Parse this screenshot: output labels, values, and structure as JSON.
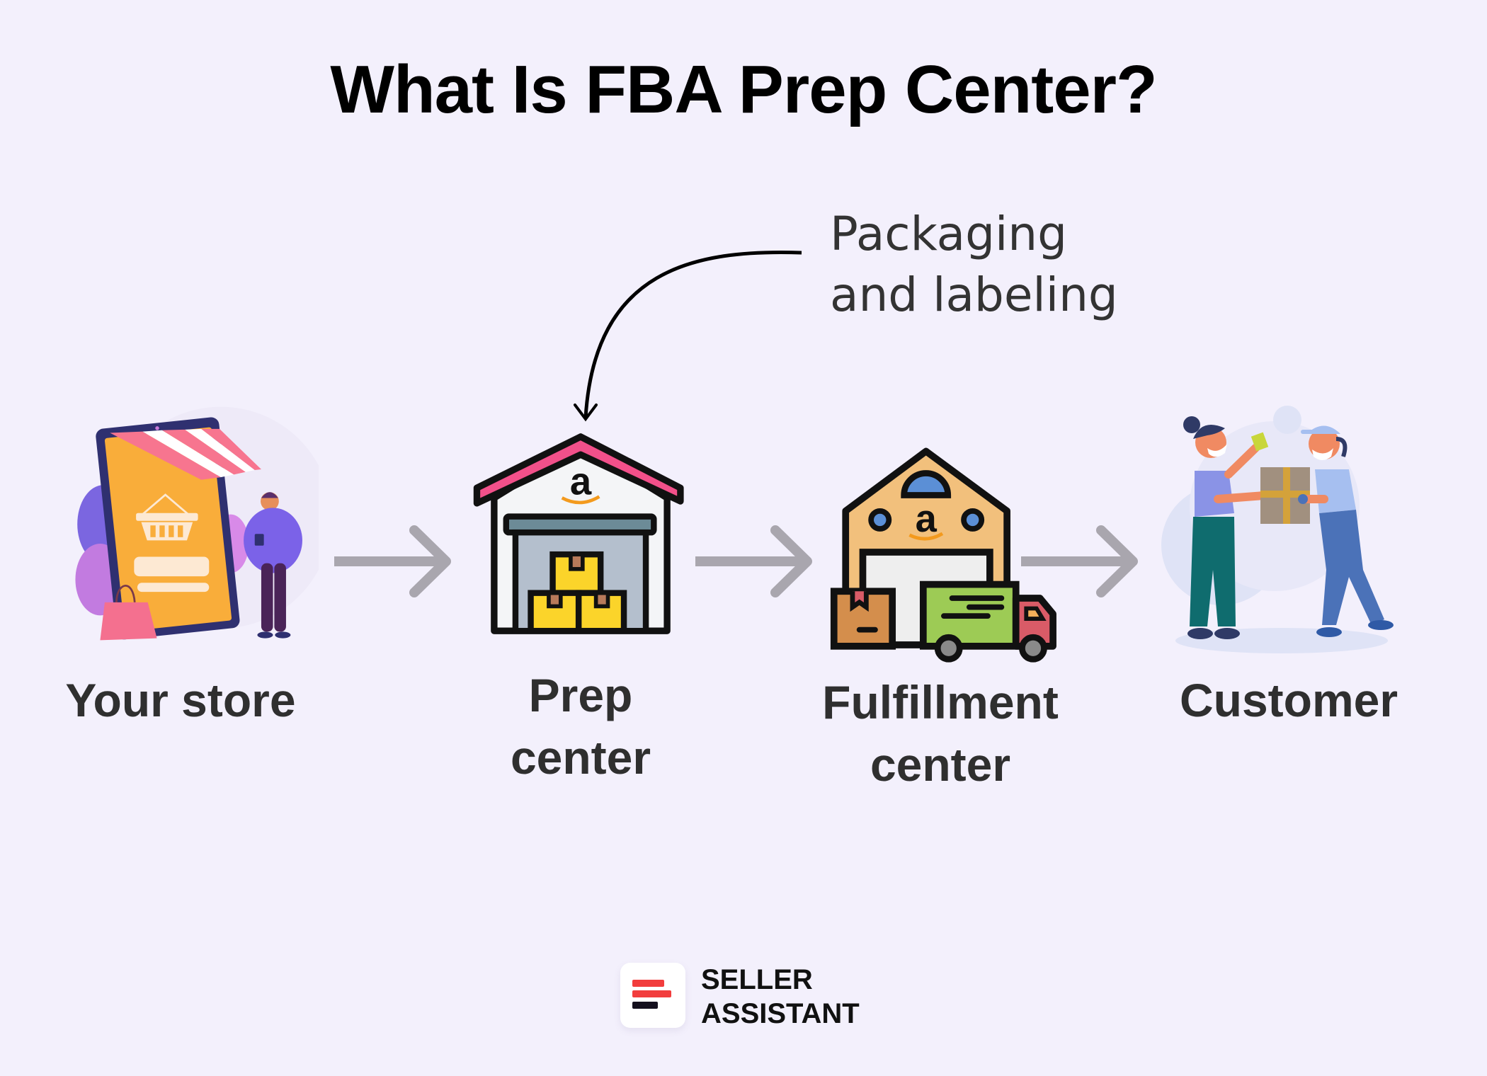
{
  "title": "What Is FBA Prep Center?",
  "annotation": {
    "line1": "Packaging",
    "line2": "and labeling"
  },
  "steps": [
    {
      "label_line1": "Your store",
      "label_line2": "",
      "icon": "online-store-icon"
    },
    {
      "label_line1": "Prep",
      "label_line2": "center",
      "icon": "warehouse-icon"
    },
    {
      "label_line1": "Fulfillment",
      "label_line2": "center",
      "icon": "fulfillment-truck-icon"
    },
    {
      "label_line1": "Customer",
      "label_line2": "",
      "icon": "delivery-handoff-icon"
    }
  ],
  "brand": {
    "line1": "SELLER",
    "line2": "ASSISTANT",
    "colors": {
      "accent": "#f23d3d",
      "dark": "#14101e"
    }
  },
  "colors": {
    "background": "#f3f0fc",
    "arrow": "#a9a6ae",
    "roof_pink": "#f2508a",
    "box_yellow": "#fbd42a",
    "warehouse_orange": "#f2c07c",
    "truck_green": "#9dcb55",
    "truck_red": "#d95b67",
    "circle_blue": "#5b8fd6"
  }
}
